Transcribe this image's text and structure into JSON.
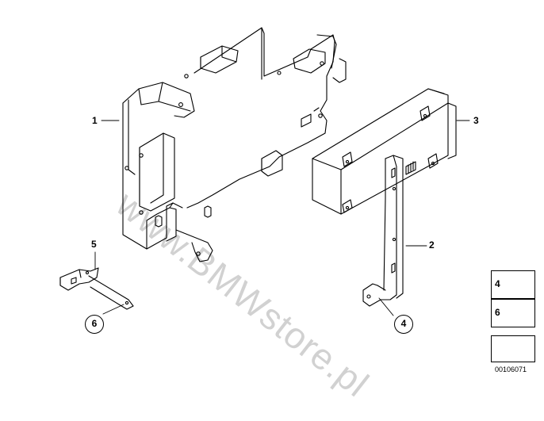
{
  "callouts": {
    "c1": "1",
    "c2": "2",
    "c3": "3",
    "c4": "4",
    "c5": "5",
    "c6": "6"
  },
  "watermark": "www.BMWstore.pl",
  "legend": {
    "item_a": "4",
    "item_b": "6"
  },
  "doc_number": "00106071"
}
